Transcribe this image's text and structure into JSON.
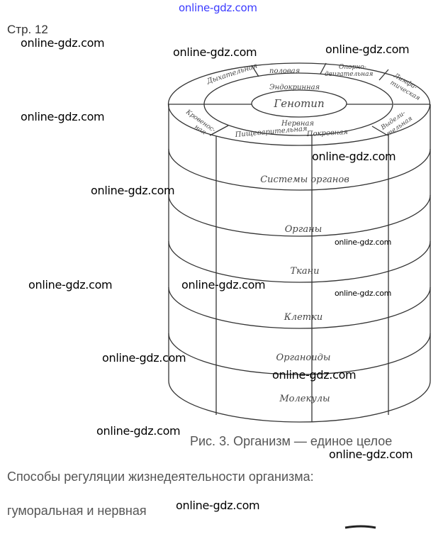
{
  "header": {
    "site_watermark": "online-gdz.com",
    "page_label": "Стр. 12"
  },
  "diagram": {
    "center": "Генотип",
    "inner_ring": [
      "Эндокринная",
      "Нервная"
    ],
    "outer_ring": [
      "Дыхательная",
      "половая",
      "Опорно-двигательная",
      "Лимфатическая",
      "Выделительная",
      "Покровная",
      "Пищеварительная",
      "Кровеносная"
    ],
    "outer_ring_lines": {
      "opora": [
        "Опорно-",
        "двигательная"
      ],
      "limf": [
        "Лимфа-",
        "тическая"
      ],
      "vydel": [
        "Выдели-",
        "тельная"
      ],
      "krov": [
        "Кровенос-",
        "ная"
      ]
    },
    "levels": [
      "Системы органов",
      "Органы",
      "Ткани",
      "Клетки",
      "Органоиды",
      "Молекулы"
    ]
  },
  "caption": "Рис. 3. Организм — единое целое",
  "question": "Способы регуляции жизнедеятельности организма:",
  "answer": "гуморальная и нервная",
  "watermark": "online-gdz.com"
}
